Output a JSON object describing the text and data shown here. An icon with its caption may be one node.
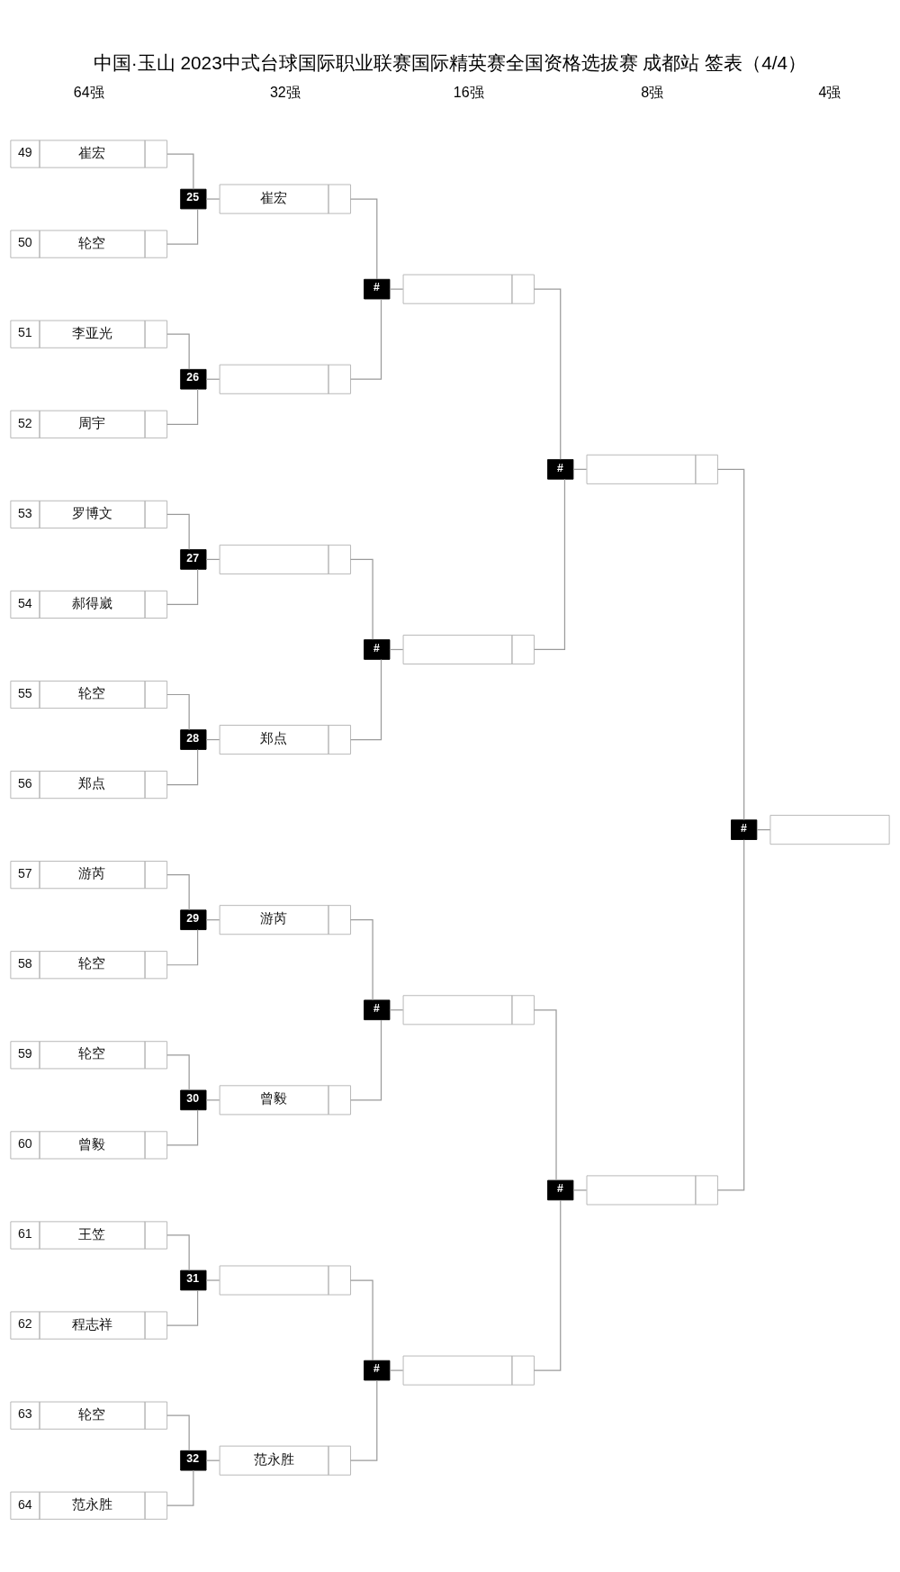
{
  "diagram": {
    "title": "中国·玉山 2023中式台球国际职业联赛国际精英赛全国资格选拔赛 成都站 签表（4/4）",
    "nodes": [
      {
        "text": [
          "49",
          "崔宏"
        ]
      },
      {
        "text": [
          "50",
          "轮空"
        ]
      },
      {
        "text": [
          "51",
          "李亚光"
        ]
      },
      {
        "text": [
          "52",
          "周宇"
        ]
      },
      {
        "text": [
          "53",
          "罗博文"
        ]
      },
      {
        "text": [
          "54",
          "郝得崴"
        ]
      },
      {
        "text": [
          "55",
          "轮空"
        ]
      },
      {
        "text": [
          "56",
          "郑点"
        ]
      },
      {
        "text": [
          "57",
          "游芮"
        ]
      },
      {
        "text": [
          "58",
          "轮空"
        ]
      },
      {
        "text": [
          "59",
          "轮空"
        ]
      },
      {
        "text": [
          "60",
          "曾毅"
        ]
      },
      {
        "text": [
          "61",
          "王笠"
        ]
      },
      {
        "text": [
          "62",
          "程志祥"
        ]
      },
      {
        "text": [
          "63",
          "轮空"
        ]
      },
      {
        "text": [
          "64",
          "范永胜"
        ]
      },
      {
        "text": [
          "25"
        ]
      },
      {
        "text": [
          "26"
        ]
      },
      {
        "text": [
          "27"
        ]
      },
      {
        "text": [
          "28"
        ]
      },
      {
        "text": [
          "29"
        ]
      },
      {
        "text": [
          "30"
        ]
      },
      {
        "text": [
          "31"
        ]
      },
      {
        "text": [
          "32"
        ]
      },
      {
        "text": [
          "崔宏"
        ]
      },
      {
        "text": [],
        "shape": "box"
      },
      {
        "text": [],
        "shape": "box"
      },
      {
        "text": [
          "郑点"
        ]
      },
      {
        "text": [
          "游芮"
        ]
      },
      {
        "text": [
          "曾毅"
        ]
      },
      {
        "text": [],
        "shape": "box"
      },
      {
        "text": [
          "范永胜"
        ]
      },
      {
        "text": [
          "#"
        ]
      },
      {
        "text": [
          "#"
        ]
      },
      {
        "text": [
          "#"
        ]
      },
      {
        "text": [
          "#"
        ]
      },
      {
        "text": [],
        "shape": "box"
      },
      {
        "text": [],
        "shape": "box"
      },
      {
        "text": [],
        "shape": "box"
      },
      {
        "text": [],
        "shape": "box"
      },
      {
        "text": [
          "#"
        ]
      },
      {
        "text": [
          "#"
        ]
      },
      {
        "text": [],
        "shape": "box"
      },
      {
        "text": [],
        "shape": "box"
      },
      {
        "text": [
          "#"
        ]
      },
      {
        "text": [],
        "shape": "box"
      }
    ],
    "edges": [
      {
        "from": 0,
        "to": 16,
        "arrow": "none"
      },
      {
        "from": 1,
        "to": 16,
        "arrow": "none"
      },
      {
        "from": 16,
        "to": 24,
        "arrow": "none"
      },
      {
        "from": 2,
        "to": 17,
        "arrow": "none"
      },
      {
        "from": 3,
        "to": 17,
        "arrow": "none"
      },
      {
        "from": 17,
        "to": 25,
        "arrow": "none"
      },
      {
        "from": 4,
        "to": 18,
        "arrow": "none"
      },
      {
        "from": 5,
        "to": 18,
        "arrow": "none"
      },
      {
        "from": 18,
        "to": 26,
        "arrow": "none"
      },
      {
        "from": 6,
        "to": 19,
        "arrow": "none"
      },
      {
        "from": 7,
        "to": 19,
        "arrow": "none"
      },
      {
        "from": 19,
        "to": 27,
        "arrow": "none"
      },
      {
        "from": 8,
        "to": 20,
        "arrow": "none"
      },
      {
        "from": 9,
        "to": 20,
        "arrow": "none"
      },
      {
        "from": 20,
        "to": 28,
        "arrow": "none"
      },
      {
        "from": 10,
        "to": 21,
        "arrow": "none"
      },
      {
        "from": 11,
        "to": 21,
        "arrow": "none"
      },
      {
        "from": 21,
        "to": 29,
        "arrow": "none"
      },
      {
        "from": 12,
        "to": 22,
        "arrow": "none"
      },
      {
        "from": 13,
        "to": 22,
        "arrow": "none"
      },
      {
        "from": 22,
        "to": 30,
        "arrow": "none"
      },
      {
        "from": 14,
        "to": 23,
        "arrow": "none"
      },
      {
        "from": 15,
        "to": 23,
        "arrow": "none"
      },
      {
        "from": 23,
        "to": 31,
        "arrow": "none"
      },
      {
        "from": 24,
        "to": 32,
        "arrow": "none"
      },
      {
        "from": 25,
        "to": 32,
        "arrow": "none"
      },
      {
        "from": 32,
        "to": 36,
        "arrow": "none"
      },
      {
        "from": 26,
        "to": 33,
        "arrow": "none"
      },
      {
        "from": 27,
        "to": 33,
        "arrow": "none"
      },
      {
        "from": 33,
        "to": 37,
        "arrow": "none"
      },
      {
        "from": 28,
        "to": 34,
        "arrow": "none"
      },
      {
        "from": 29,
        "to": 34,
        "arrow": "none"
      },
      {
        "from": 34,
        "to": 38,
        "arrow": "none"
      },
      {
        "from": 30,
        "to": 35,
        "arrow": "none"
      },
      {
        "from": 31,
        "to": 35,
        "arrow": "none"
      },
      {
        "from": 35,
        "to": 39,
        "arrow": "none"
      },
      {
        "from": 36,
        "to": 40,
        "arrow": "none"
      },
      {
        "from": 37,
        "to": 40,
        "arrow": "none"
      },
      {
        "from": 40,
        "to": 42,
        "arrow": "none"
      },
      {
        "from": 38,
        "to": 41,
        "arrow": "none"
      },
      {
        "from": 39,
        "to": 41,
        "arrow": "none"
      },
      {
        "from": 41,
        "to": 43,
        "arrow": "none"
      },
      {
        "from": 42,
        "to": 44,
        "arrow": "none"
      },
      {
        "from": 43,
        "to": 44,
        "arrow": "none"
      },
      {
        "from": 44,
        "to": 45,
        "arrow": "none"
      }
    ],
    "labels": [
      "64强",
      "32强",
      "16强",
      "8强",
      "4强"
    ]
  }
}
